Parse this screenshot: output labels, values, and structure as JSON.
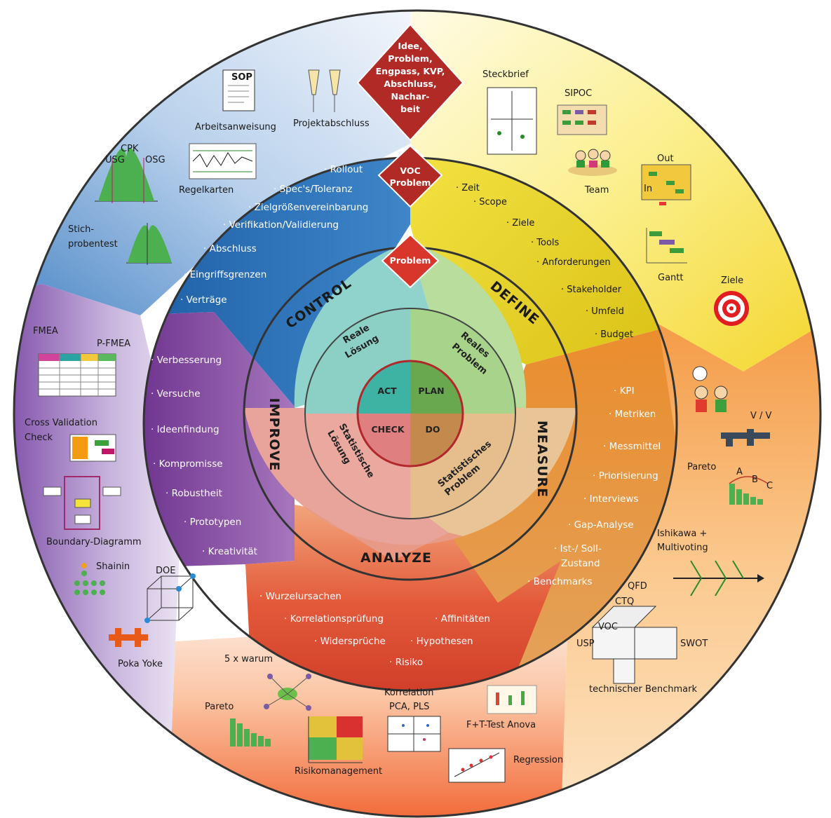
{
  "top_diamond": [
    "Idee,",
    "Problem,",
    "Engpass, KVP,",
    "Abschluss,",
    "Nachar-",
    "beit"
  ],
  "voc_diamond": [
    "VOC",
    "Problem"
  ],
  "problem_diamond": "Problem",
  "phases": {
    "define": "DEFINE",
    "measure": "MEASURE",
    "analyze": "ANALYZE",
    "improve": "IMPROVE",
    "control": "CONTROL"
  },
  "inner_quadrants": {
    "reales_problem": [
      "Reales",
      "Problem"
    ],
    "reale_loesung": [
      "Reale",
      "Lösung"
    ],
    "statistische_loesung": [
      "Statistische",
      "Lösung"
    ],
    "statistisches_problem": [
      "Statistisches",
      "Problem"
    ]
  },
  "pdca": {
    "act": "ACT",
    "plan": "PLAN",
    "check": "CHECK",
    "do": "DO"
  },
  "define_items": [
    "Zeit",
    "Scope",
    "Ziele",
    "Tools",
    "Anforderungen",
    "Stakeholder",
    "Umfeld",
    "Budget"
  ],
  "measure_items": [
    "KPI",
    "Metriken",
    "Messmittel",
    "Priorisierung",
    "Interviews",
    "Gap-Analyse",
    "Ist-/ Soll-",
    "Zustand",
    "Benchmarks"
  ],
  "analyze_items": [
    "Wurzelursachen",
    "Korrelationsprüfung",
    "Affinitäten",
    "Widersprüche",
    "Hypothesen",
    "Risiko"
  ],
  "improve_items": [
    "Verbesserung",
    "Versuche",
    "Ideenfindung",
    "Kompromisse",
    "Robustheit",
    "Prototypen",
    "Kreativität"
  ],
  "control_items": [
    "Rollout",
    "Spec's/Toleranz",
    "Zielgrößenvereinbarung",
    "Verifikation/Validierung",
    "Abschluss",
    "Eingriffsgrenzen",
    "Verträge"
  ],
  "outer_tools": {
    "steckbrief": "Steckbrief",
    "sipoc": "SIPOC",
    "team": "Team",
    "out": "Out",
    "in": "In",
    "gantt": "Gantt",
    "ziele": "Ziele",
    "v1v2": "V / V",
    "pareto_right": "Pareto",
    "pareto_abc": [
      "A",
      "B",
      "C"
    ],
    "ishikawa": [
      "Ishikawa +",
      "Multivoting"
    ],
    "qfd": "QFD",
    "ctq": "CTQ",
    "voc_small": "VOC",
    "usp": "USP",
    "swot": "SWOT",
    "tech_benchmark": "technischer Benchmark",
    "regression": "Regression",
    "ftest": "F+T-Test Anova",
    "korrelation": [
      "Korrelation",
      "PCA, PLS"
    ],
    "risikomanagement": "Risikomanagement",
    "pareto_bottom": "Pareto",
    "fuenf_warum": "5 x warum",
    "poka_yoke": "Poka Yoke",
    "doe": "DOE",
    "shainin": "Shainin",
    "boundary": "Boundary-Diagramm",
    "cross_validation": [
      "Cross Validation",
      "Check"
    ],
    "fmea": "FMEA",
    "pfmea": "P-FMEA",
    "stichprobentest": [
      "Stich-",
      "probentest"
    ],
    "cpk": "CPK",
    "usg": "USG",
    "osg": "OSG",
    "regelkarten": "Regelkarten",
    "arbeitsanweisung": "Arbeitsanweisung",
    "sop": "SOP",
    "projektabschluss": "Projektabschluss"
  },
  "colors": {
    "define": "#e4d21c",
    "measure": "#e08a26",
    "analyze": "#d9472a",
    "improve": "#7b3a94",
    "control": "#2a6fb2",
    "diamond": "#b22a24"
  }
}
